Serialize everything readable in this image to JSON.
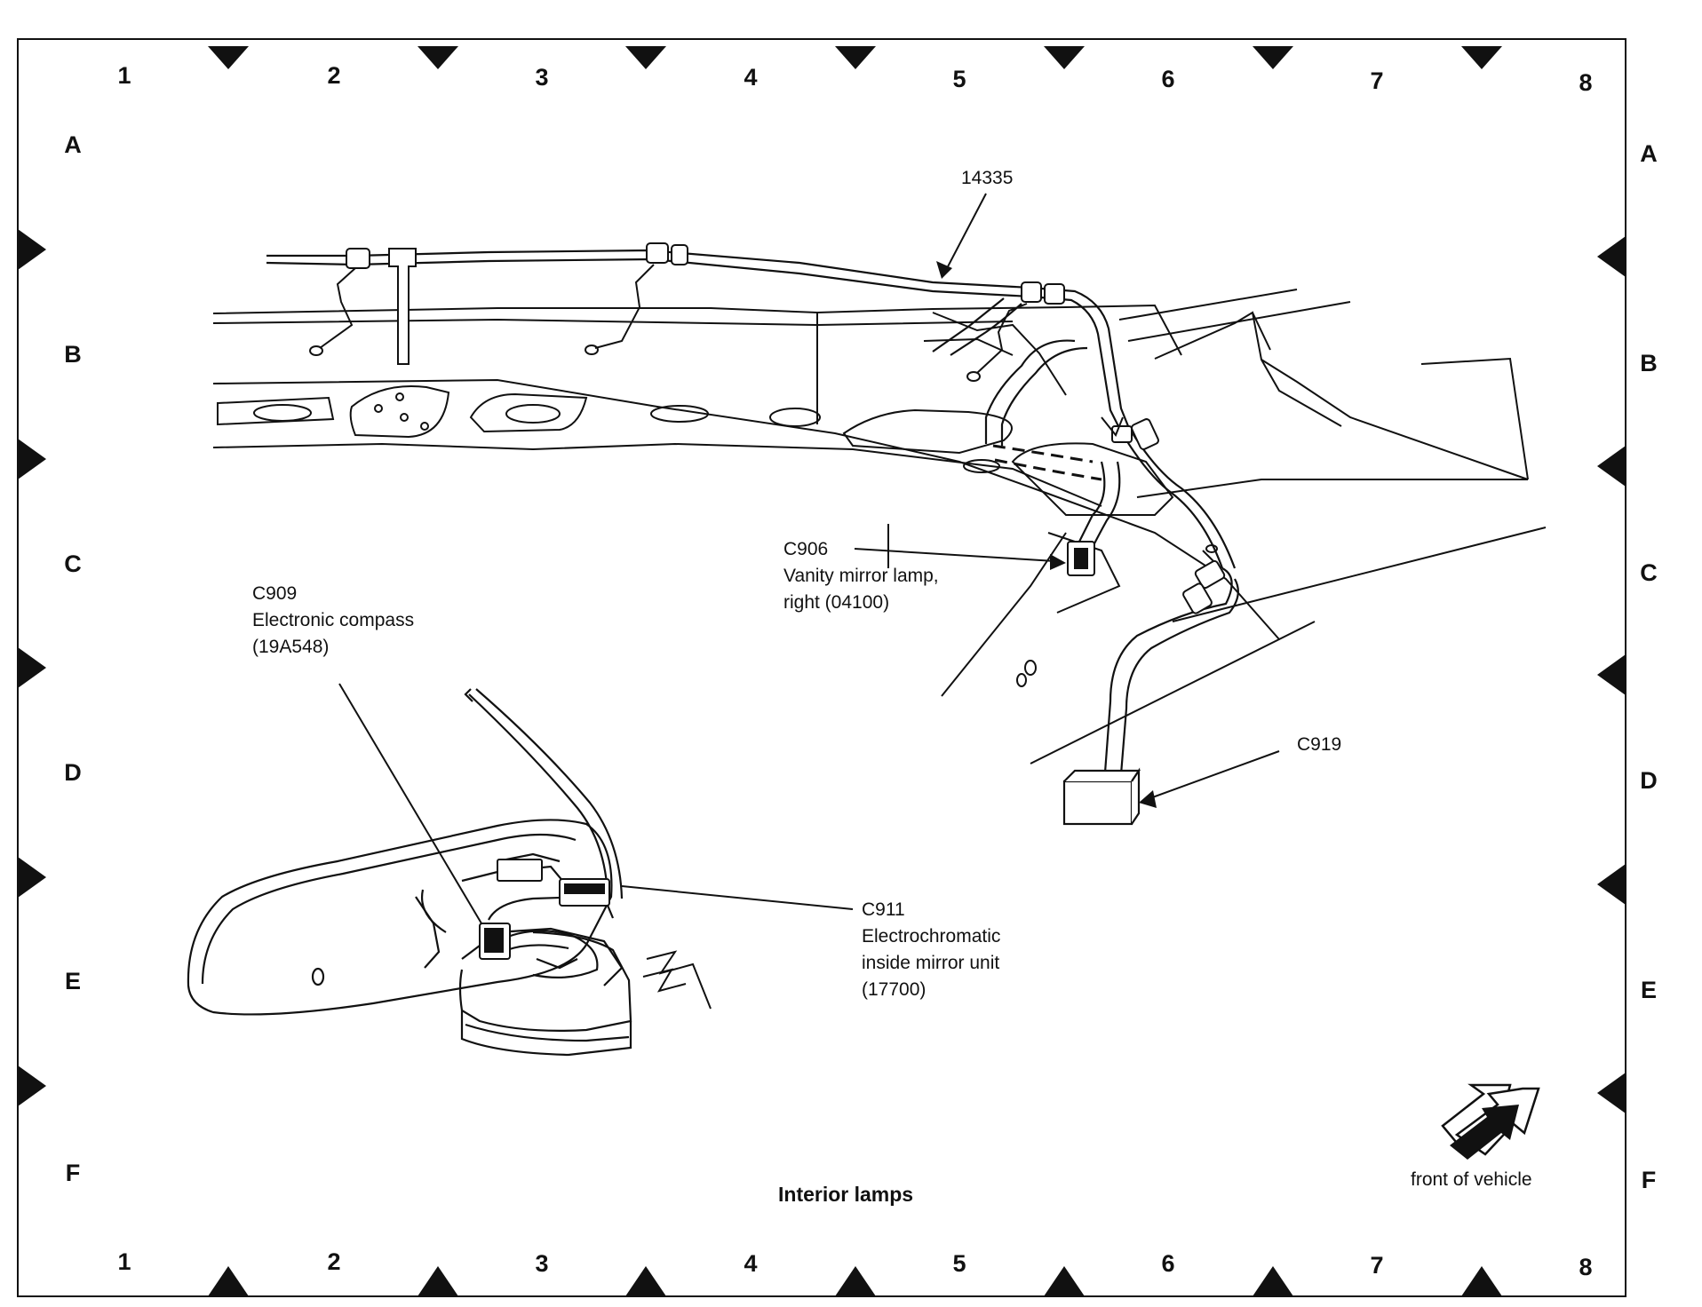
{
  "grid": {
    "columns": [
      "1",
      "2",
      "3",
      "4",
      "5",
      "6",
      "7",
      "8"
    ],
    "rows": [
      "A",
      "B",
      "C",
      "D",
      "E",
      "F"
    ]
  },
  "title": "Interior lamps",
  "callouts": {
    "harness": {
      "label": "14335"
    },
    "c906": {
      "lines": [
        "C906",
        "Vanity mirror lamp,",
        "right (04100)"
      ]
    },
    "c909": {
      "lines": [
        "C909",
        "Electronic compass",
        "(19A548)"
      ]
    },
    "c911": {
      "lines": [
        "C911",
        "Electrochromatic",
        "inside mirror unit",
        "(17700)"
      ]
    },
    "c919": {
      "label": "C919"
    }
  },
  "direction": {
    "label": "front of vehicle"
  }
}
